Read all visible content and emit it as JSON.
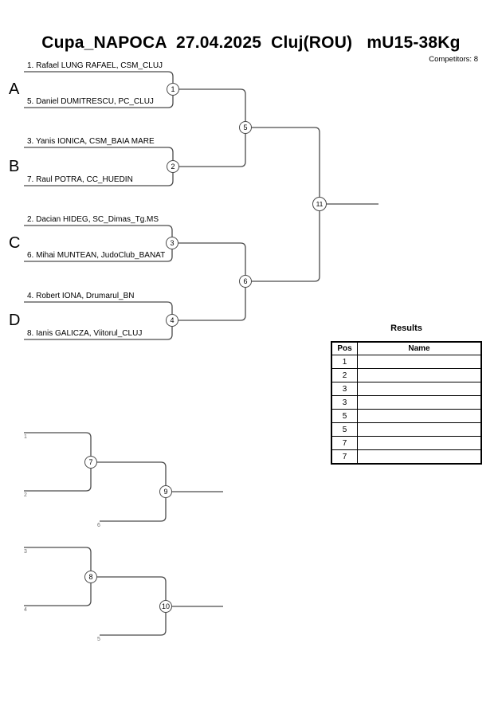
{
  "header": {
    "title": "Cupa_NAPOCA  27.04.2025  Cluj(ROU)   mU15-38Kg",
    "competitors_label": "Competitors: 8"
  },
  "main_bracket": {
    "group_labels": [
      "A",
      "B",
      "C",
      "D"
    ],
    "entries": [
      "1. Rafael LUNG RAFAEL, CSM_CLUJ",
      "5. Daniel DUMITRESCU, PC_CLUJ",
      "3. Yanis IONICA, CSM_BAIA MARE",
      "7. Raul POTRA, CC_HUEDIN",
      "2. Dacian HIDEG, SC_Dimas_Tg.MS",
      "6. Mihai MUNTEAN, JudoClub_BANAT",
      "4. Robert IONA, Drumarul_BN",
      "8. Ianis GALICZA, Viitorul_CLUJ"
    ],
    "match_numbers": [
      "1",
      "2",
      "3",
      "4",
      "5",
      "6",
      "11"
    ]
  },
  "repechage": {
    "seed_labels": [
      "1",
      "2",
      "6",
      "3",
      "4",
      "5"
    ],
    "match_numbers": [
      "7",
      "9",
      "8",
      "10"
    ]
  },
  "results": {
    "title": "Results",
    "columns": {
      "pos": "Pos",
      "name": "Name"
    },
    "rows": [
      {
        "pos": "1",
        "name": ""
      },
      {
        "pos": "2",
        "name": ""
      },
      {
        "pos": "3",
        "name": ""
      },
      {
        "pos": "3",
        "name": ""
      },
      {
        "pos": "5",
        "name": ""
      },
      {
        "pos": "5",
        "name": ""
      },
      {
        "pos": "7",
        "name": ""
      },
      {
        "pos": "7",
        "name": ""
      }
    ]
  },
  "colors": {
    "line": "#4a4a4a",
    "text": "#000000",
    "seed_number": "#6e6e6e"
  }
}
